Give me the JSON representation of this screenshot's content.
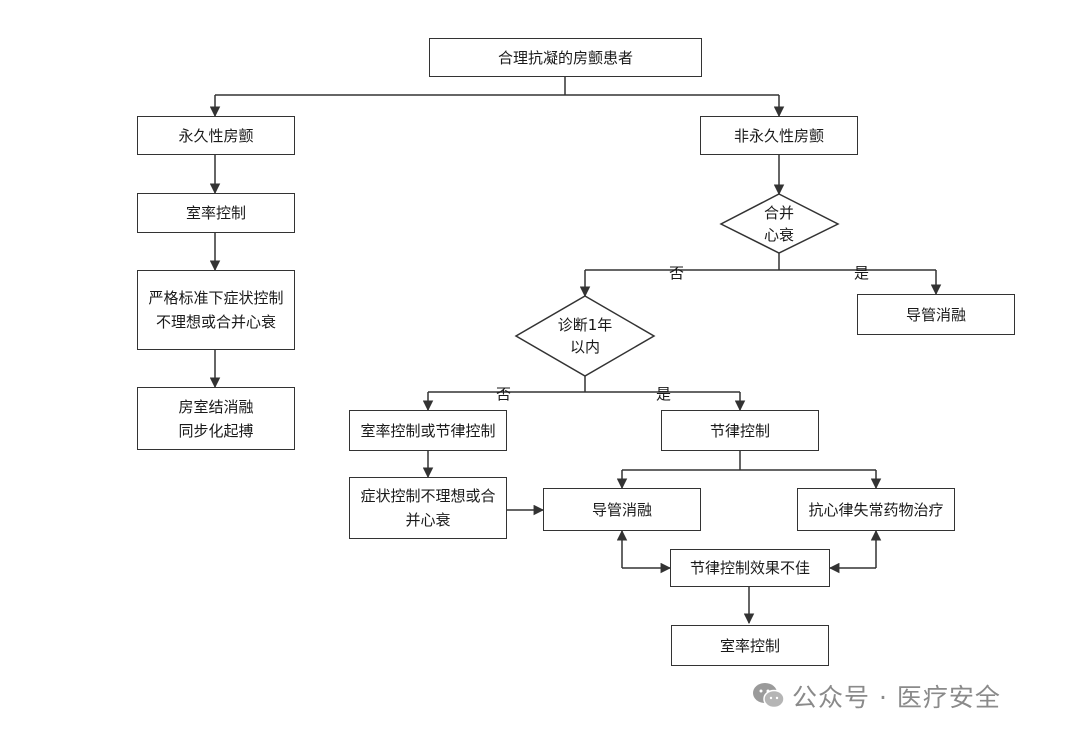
{
  "nodes": {
    "start": "合理抗凝的房颤患者",
    "permanent": "永久性房颤",
    "nonpermanent": "非永久性房颤",
    "rate_control_left": "室率控制",
    "strict_control": [
      "严格标准下症状控制",
      "不理想或合并心衰"
    ],
    "av_ablation": [
      "房室结消融",
      "同步化起搏"
    ],
    "heart_failure_q": [
      "合并",
      "心衰"
    ],
    "ablation_right": "导管消融",
    "diag_1yr_q": [
      "诊断1年",
      "以内"
    ],
    "rate_or_rhythm": "室率控制或节律控制",
    "rhythm_control": "节律控制",
    "symptom_poor": [
      "症状控制不理想或合",
      "并心衰"
    ],
    "ablation_mid": "导管消融",
    "antiarrhythmic": "抗心律失常药物治疗",
    "rhythm_poor": "节律控制效果不佳",
    "rate_control_bottom": "室率控制"
  },
  "edge_labels": {
    "no": "否",
    "yes": "是"
  },
  "watermark": {
    "text": "公众号 · 医疗安全",
    "icon": "wechat-icon"
  }
}
